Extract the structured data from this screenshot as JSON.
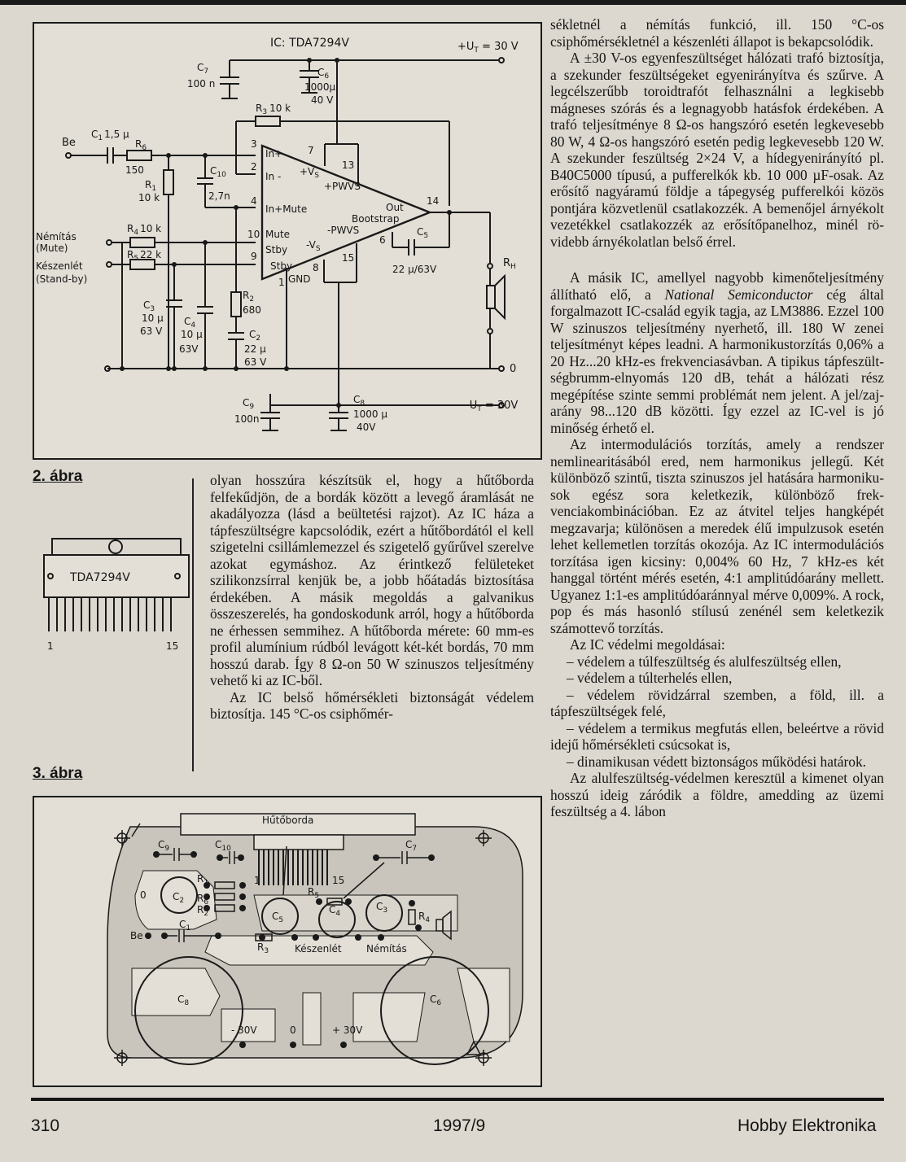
{
  "fig2": {
    "caption": "2. ábra",
    "ic_title": "IC: TDA7294V",
    "supply_pos": "+U",
    "supply_pos_sub": "T",
    "supply_pos_val": " = 30 V",
    "supply_neg": "-U",
    "supply_neg_sub": "T",
    "supply_neg_val": " = 30V",
    "ground": "0",
    "input": "Be",
    "mute_label": "Némítás",
    "mute_label2": "(Mute)",
    "standby_label": "Készenlét",
    "standby_label2": "(Stand-by)",
    "speaker": "R",
    "speaker_sub": "H",
    "components": {
      "c7": "C",
      "c7_sub": "7",
      "c7_val": "100 n",
      "c6": "C",
      "c6_sub": "6",
      "c6_val": "1000µ",
      "c6_val2": "40 V",
      "r3": "R",
      "r3_sub": "3",
      "r3_val": "10 k",
      "c1": "C",
      "c1_sub": "1",
      "c1_val": "1,5 µ",
      "r6": "R",
      "r6_sub": "6",
      "r6_val": "150",
      "r1": "R",
      "r1_sub": "1",
      "r1_val": "10 k",
      "c10": "C",
      "c10_sub": "10",
      "c10_val": "2,7n",
      "r4": "R",
      "r4_sub": "4",
      "r4_val": "10 k",
      "r5": "R",
      "r5_sub": "5",
      "r5_val": "22 k",
      "c3": "C",
      "c3_sub": "3",
      "c3_val": "10 µ",
      "c3_val2": "63 V",
      "c4": "C",
      "c4_sub": "4",
      "c4_val": "10 µ",
      "c4_val2": "63V",
      "r2": "R",
      "r2_sub": "2",
      "r2_val": "680",
      "c2": "C",
      "c2_sub": "2",
      "c2_val": "22 µ",
      "c2_val2": "63 V",
      "c5": "C",
      "c5_sub": "5",
      "c5_val": "22 µ/63V",
      "c9": "C",
      "c9_sub": "9",
      "c9_val": "100n",
      "c8": "C",
      "c8_sub": "8",
      "c8_val": "1000 µ",
      "c8_val2": "40V"
    },
    "ic": {
      "pin3": "3",
      "in_plus": "In+",
      "pin2": "2",
      "in_minus": "In -",
      "pin4": "4",
      "in_plus_mute": "In+Mute",
      "pin10": "10",
      "mute": "Mute",
      "pin9": "9",
      "stby": "Stby",
      "stby2": "Stby",
      "pin7": "7",
      "vs_plus": "+V",
      "vs_plus_sub": "S",
      "pin13": "13",
      "pwvs_plus": "+PWVS",
      "pin14": "14",
      "out": "Out",
      "bootstrap": "Bootstrap",
      "pwvs_minus": "-PWVS",
      "pin6": "6",
      "vs_minus": "-V",
      "vs_minus_sub": "S",
      "pin15": "15",
      "pin8": "8",
      "pin1": "1",
      "gnd": "GND"
    }
  },
  "fig3_pkg": {
    "part": "TDA7294V",
    "pin_first": "1",
    "pin_last": "15"
  },
  "fig3": {
    "caption": "3. ábra",
    "heatsink": "Hűtőborda",
    "labels": {
      "c9": "C",
      "c9_sub": "9",
      "c10": "C",
      "c10_sub": "10",
      "c7": "C",
      "c7_sub": "7",
      "c2": "C",
      "c2_sub": "2",
      "r1": "R",
      "r1_sub": "1",
      "r6": "R",
      "r6_sub": "6",
      "r5": "R",
      "r5_sub": "5",
      "r2": "R",
      "r2_sub": "2",
      "c5": "C",
      "c5_sub": "5",
      "c4": "C",
      "c4_sub": "4",
      "c3": "C",
      "c3_sub": "3",
      "r4": "R",
      "r4_sub": "4",
      "r3": "R",
      "r3_sub": "3",
      "c1": "C",
      "c1_sub": "1",
      "c8": "C",
      "c8_sub": "8",
      "c6": "C",
      "c6_sub": "6",
      "pin1": "1",
      "pin15": "15",
      "be": "Be",
      "keszenlet": "Készenlét",
      "nemitas": "Némítás",
      "zero_left": "0",
      "neg30": "- 30V",
      "zero": "0",
      "pos30": "+ 30V"
    }
  },
  "middle_text": [
    "olyan hosszúra készítsük el, hogy a hűtő­borda felfekűdjön, de a bordák között a le­vegő áramlását ne akadályozza (lásd a be­ültetési rajzot). Az IC háza a tápfeszült­ségre kapcsolódik, ezért a hűtőbordától el kell szigetelni csillámlemezzel és szigetelő gyűrűvel szerelve azokat egymáshoz. Az érintkező felületeket szilikonzsírral ken­jük be, a jobb hőátadás biztosítása érde­kében. A másik megoldás a galvanikus összeszerelés, ha gondoskodunk arról, hogy a hűtőborda ne érhessen semmihez. A hűtőborda mérete: 60 mm-es profil alu­mínium rúdból levágott két-két bordás, 70 mm hosszú darab. Így 8 Ω-on 50 W szi­nuszos teljesítmény vehető ki az IC-ből.",
    "Az IC belső hőmérsékleti biztonságát védelem biztosítja. 145 °C-os csiphőmér-"
  ],
  "right_text": {
    "p1": "sékletnél a némítás funkció, ill. 150 °C-os csiphőmérsékletnél a készenléti állapot is bekapcsolódik.",
    "p2": "A ±30 V-os egyenfeszültséget hálózati trafó biztosítja, a szekunder feszültsége­ket egyenirányítva és szűrve. A legcélsze­rűbb toroidtrafót felhasználni a legkisebb mágneses szórás és a legnagyobb hatás­fok érdekében. A trafó teljesítménye 8 Ω-os hangszóró esetén legkevesebb 80 W, 4 Ω-os hangszóró esetén pedig legkevesebb 120 W. A szekunder feszültség 2×24 V, a hídegyenirányító pl. B40C5000 típusú, a pufferelkók kb. 10 000 µF-osak. Az erősí­tő nagyáramú földje a tápegység pufferel­kói közös pontjára közvetlenül csatlakoz­zék. A bemenőjel árnyékolt vezetékkel csatlakozzék az erősítőpanelhoz, minél rö­videbb árnyékolatlan belső érrel.",
    "p3a": "A másik IC, amellyel nagyobb kimenő­teljesítmény állítható elő, a ",
    "p3_em": "National Semi­conductor",
    "p3b": " cég által forgalmazott IC-család egyik tagja, az LM3886. Ezzel 100 W szi­nuszos teljesítmény nyerhető, ill. 180 W zenei teljesítményt képes leadni. A harmo­nikustorzítás 0,06% a 20 Hz...20 kHz-es frekvenciasávban. A tipikus tápfeszült­ségbrumm-elnyomás 120 dB, tehát a há­lózati rész megépítése szinte semmi prob­lémát nem jelent. A jel/zaj-arány 98...120 dB közötti. Így ezzel az IC-vel is jó minőség érhető el.",
    "p4": "Az intermodulációs torzítás, amely a rendszer nemlinearitásából ered, nem harmonikus jellegű. Két különböző szintű, tiszta szinuszos jel hatására harmoniku­sok egész sora keletkezik, különböző frek­venciakombinációban. Ez az átvitel teljes hangképét megzavarja; különösen a mere­dek élű impulzusok esetén lehet kellemet­len torzítás okozója. Az IC intermodulá­ciós torzítása igen kicsiny: 0,004% 60 Hz, 7 kHz-es két hanggal történt mérés ese­tén, 4:1 amplitúdóarány mellett. Ugyanez 1:1-es amplitúdóaránnyal mérve 0,009%. A rock, pop és más hasonló stílusú zené­nél sem keletkezik számottevő torzítás.",
    "p5": "Az IC védelmi megoldásai:",
    "li1": "– védelem a túlfeszültség és alulfeszült­ség ellen,",
    "li2": "– védelem a túlterhelés ellen,",
    "li3": "– védelem rövidzárral szemben, a föld, ill. a tápfeszültségek felé,",
    "li4": "– védelem a termikus megfutás ellen, beleértve a rövid idejű hőmérsékleti csú­csokat is,",
    "li5": "– dinamikusan védett biztonságos mű­ködési határok.",
    "p6": "Az alulfeszültség-védelmen keresztül a kimenet olyan hosszú ideig záródik a föld­re, amedding az üzemi feszültség a 4. lábon"
  },
  "footer": {
    "page": "310",
    "issue": "1997/9",
    "magazine": "Hobby Elektronika"
  }
}
